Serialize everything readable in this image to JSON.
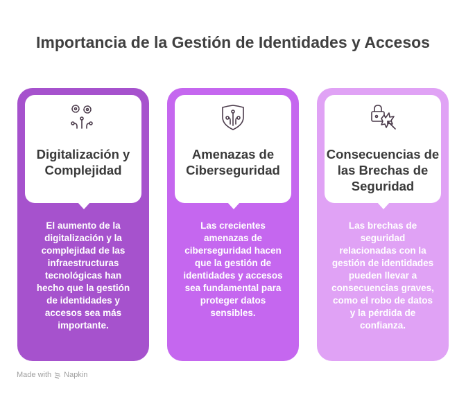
{
  "title": "Importancia de la Gestión de Identidades y Accesos",
  "cards": [
    {
      "heading": "Digitalización y Complejidad",
      "body": "El aumento de la digitalización y la complejidad de las infraestructuras tecnológicas han hecho que la gestión de identidades y accesos sea más importante.",
      "color": "#a652cd",
      "icon": "gears-circuit-icon"
    },
    {
      "heading": "Amenazas de Ciberseguridad",
      "body": "Las crecientes amenazas de ciberseguridad hacen que la gestión de identidades y accesos sea fundamental para proteger datos sensibles.",
      "color": "#c567ef",
      "icon": "shield-circuit-icon"
    },
    {
      "heading": "Consecuencias de las Brechas de Seguridad",
      "body": "Las brechas de seguridad relacionadas con la gestión de identidades pueden llevar a consecuencias graves, como el robo de datos y la pérdida de confianza.",
      "color": "#e0a2f5",
      "icon": "lock-breach-icon"
    }
  ],
  "footer": {
    "made_with": "Made with",
    "brand": "Napkin"
  }
}
